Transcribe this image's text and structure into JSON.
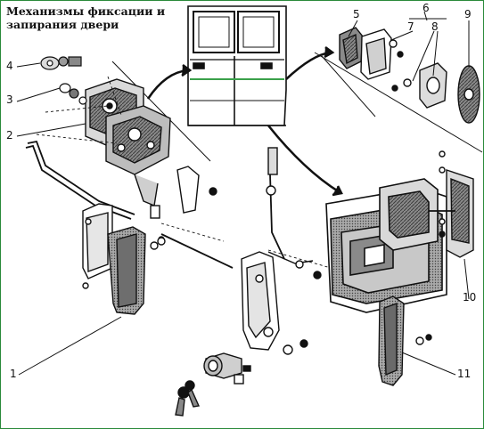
{
  "title_lines": [
    "Механизмы фиксации и",
    "запирания двери"
  ],
  "callouts": [
    {
      "id": "c1",
      "label": "1"
    },
    {
      "id": "c2",
      "label": "2"
    },
    {
      "id": "c3",
      "label": "3"
    },
    {
      "id": "c4",
      "label": "4"
    },
    {
      "id": "c5",
      "label": "5"
    },
    {
      "id": "c6",
      "label": "6"
    },
    {
      "id": "c7",
      "label": "7"
    },
    {
      "id": "c8",
      "label": "8"
    },
    {
      "id": "c9",
      "label": "9"
    },
    {
      "id": "c10",
      "label": "10"
    },
    {
      "id": "c11",
      "label": "11"
    }
  ],
  "colors": {
    "frame": "#2a8a3a",
    "ink": "#111111",
    "shade": "#6f6f6f",
    "light": "#cfcfcf",
    "green_line": "#3aa04a"
  }
}
